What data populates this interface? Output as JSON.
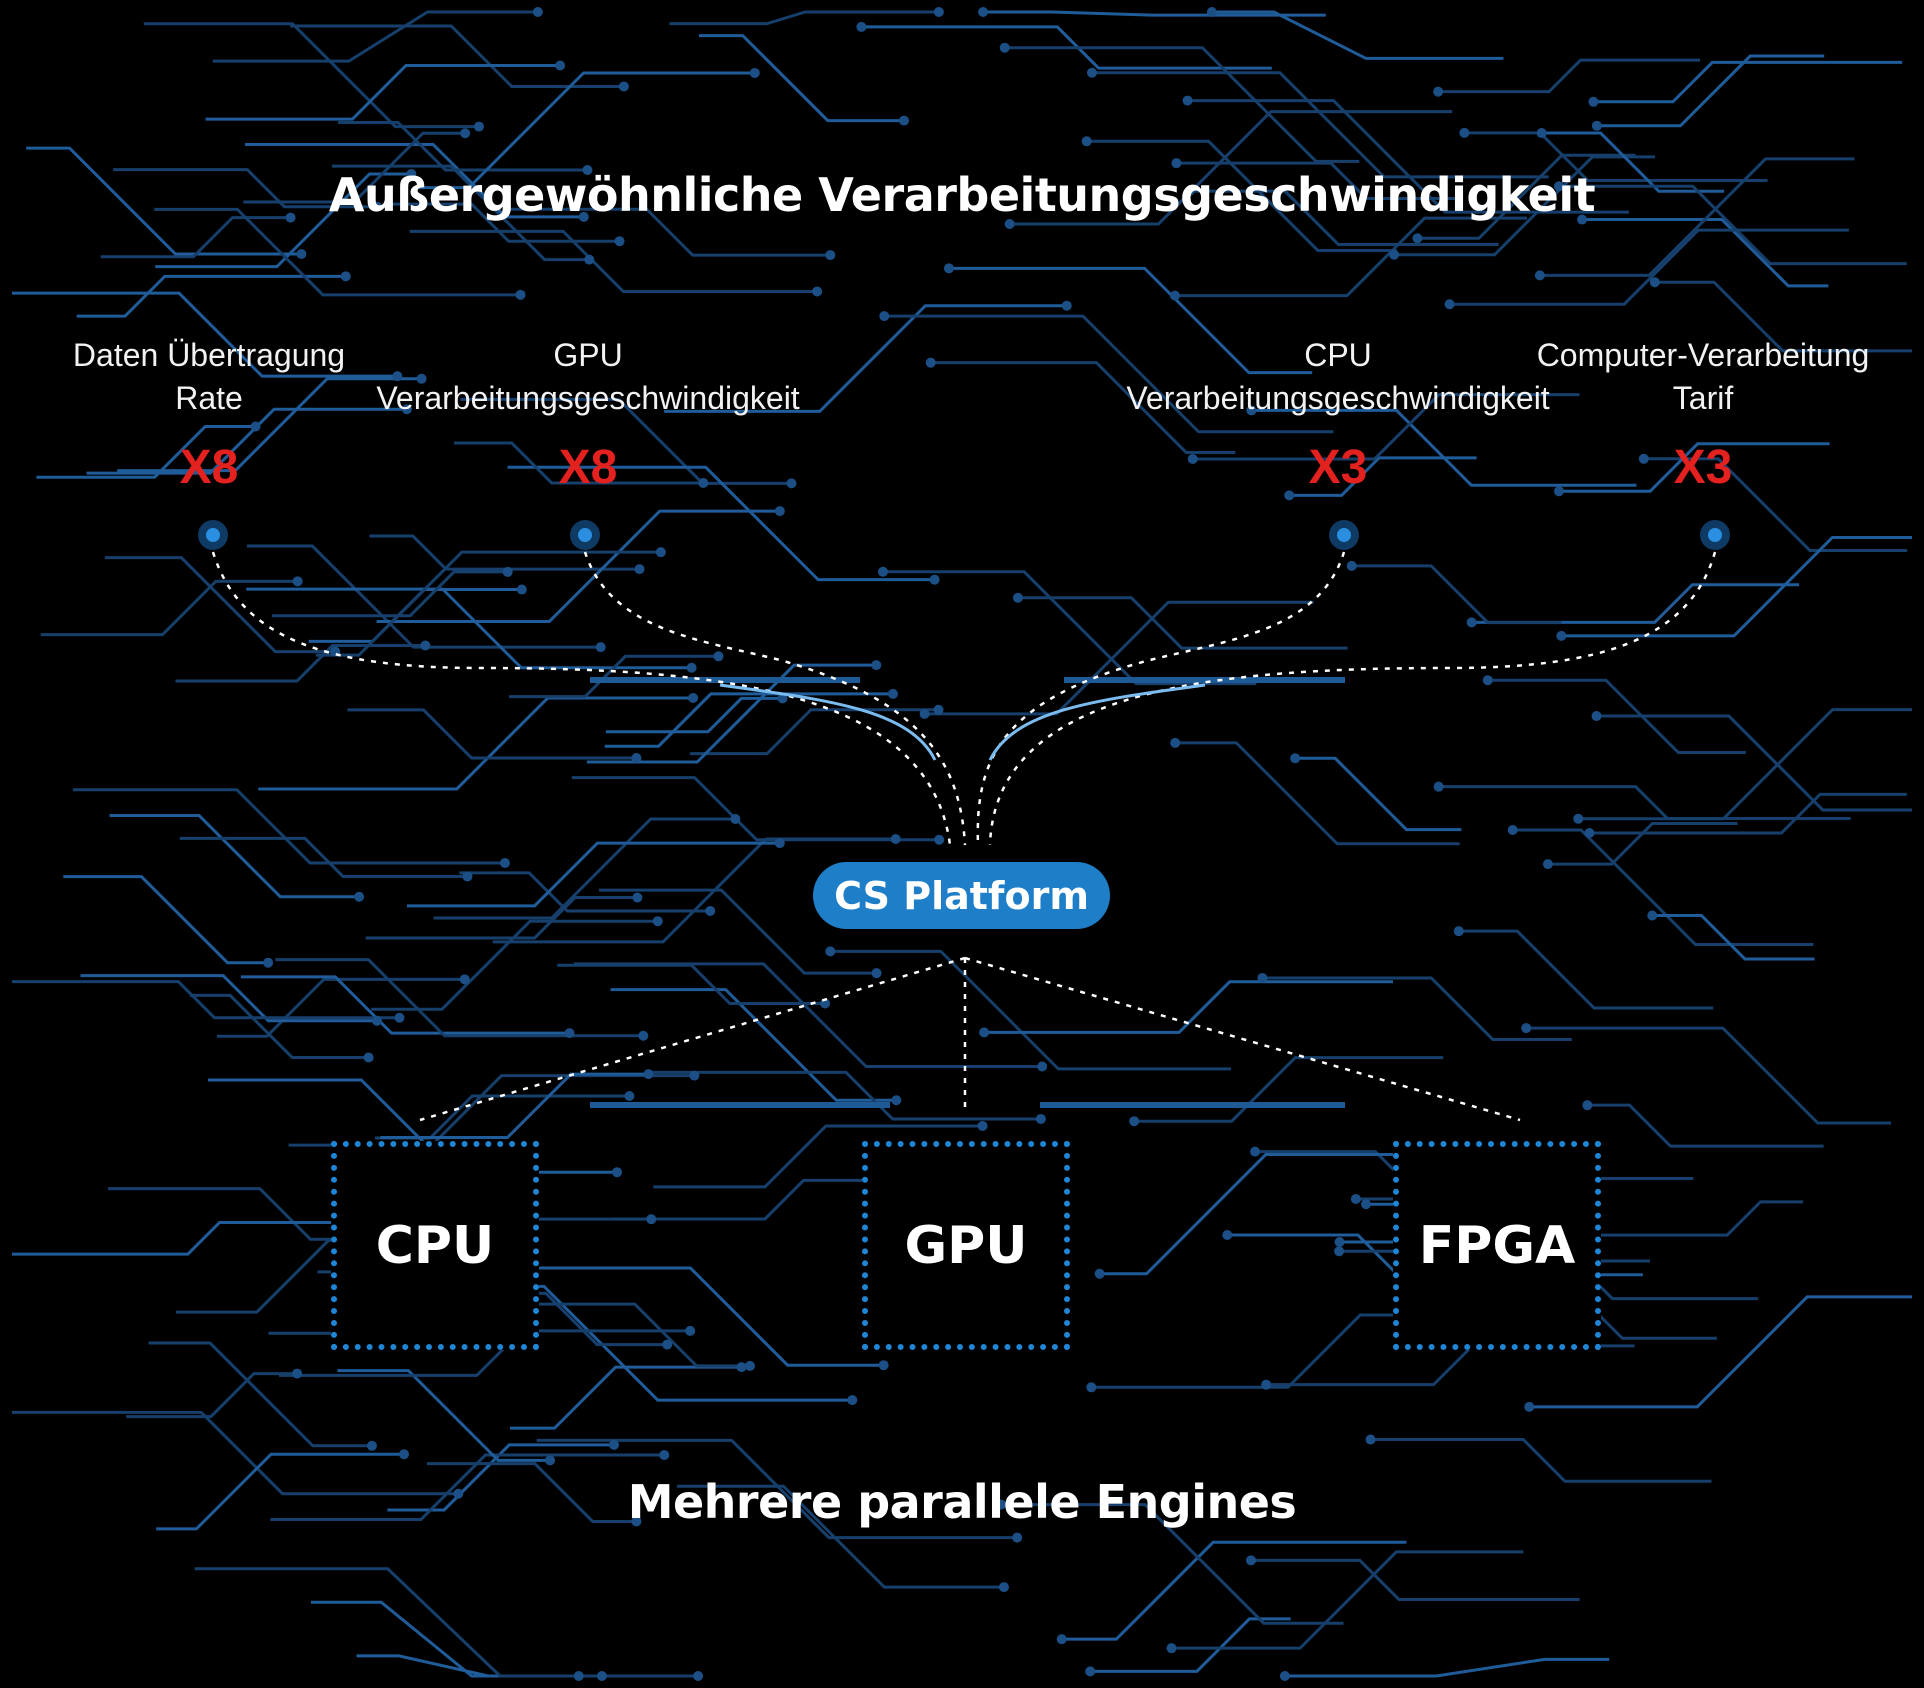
{
  "title": "Außergewöhnliche Verarbeitungsgeschwindigkeit",
  "metrics": [
    {
      "label_line1": "Daten Übertragung",
      "label_line2": "Rate",
      "value": "X8"
    },
    {
      "label_line1": "GPU",
      "label_line2": "Verarbeitungsgeschwindigkeit",
      "value": "X8"
    },
    {
      "label_line1": "CPU",
      "label_line2": "Verarbeitungsgeschwindigkeit",
      "value": "X3"
    },
    {
      "label_line1": "Computer-Verarbeitung",
      "label_line2": "Tarif",
      "value": "X3"
    }
  ],
  "platform": "CS Platform",
  "engines": [
    "CPU",
    "GPU",
    "FPGA"
  ],
  "footer": "Mehrere parallele Engines",
  "colors": {
    "accent": "#1e7ec8",
    "value": "#e3211f",
    "trace": "#1a4f86"
  }
}
